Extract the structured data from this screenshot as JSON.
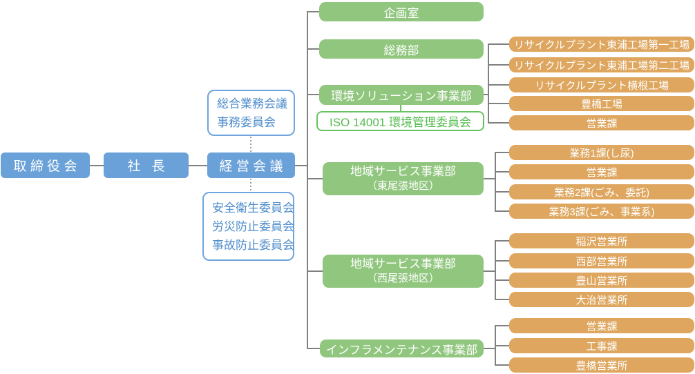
{
  "palette": {
    "blue_fill": "#6AA1D8",
    "blue_outline": "#6FA4DC",
    "blue_text": "#4E8CCB",
    "green_fill": "#90C67E",
    "green_outline": "#67C35E",
    "green_text": "#54BC4E",
    "orange_fill": "#DEA65E",
    "connector_gray": "#808080",
    "box_text": "#FFFFFF"
  },
  "executive": {
    "board": "取締役会",
    "president": "社 長",
    "management": "経営会議"
  },
  "top_committees": {
    "line1": "総合業務会議",
    "line2": "事務委員会"
  },
  "bottom_committees": {
    "line1": "安全衛生委員会",
    "line2": "労災防止委員会",
    "line3": "事故防止委員会"
  },
  "departments": {
    "planning": "企画室",
    "general_affairs": "総務部",
    "env_solution": "環境ソリューション事業部",
    "iso_committee": "ISO 14001 環境管理委員会",
    "regional_east": "地域サービス事業部",
    "regional_east_area": "（東尾張地区）",
    "regional_west": "地域サービス事業部",
    "regional_west_area": "（西尾張地区）",
    "infra_maintenance": "インフラメンテナンス事業部"
  },
  "units": {
    "env_solution": [
      "リサイクルプラント東浦工場第一工場",
      "リサイクルプラント東浦工場第二工場",
      "リサイクルプラント横根工場",
      "豊橋工場",
      "営業課"
    ],
    "regional_east": [
      "業務1課(し尿)",
      "営業課",
      "業務2課(ごみ、委託)",
      "業務3課(ごみ、事業系)"
    ],
    "regional_west": [
      "稲沢営業所",
      "西部営業所",
      "豊山営業所",
      "大治営業所"
    ],
    "infra_maintenance": [
      "営業課",
      "工事課",
      "豊橋営業所"
    ]
  }
}
